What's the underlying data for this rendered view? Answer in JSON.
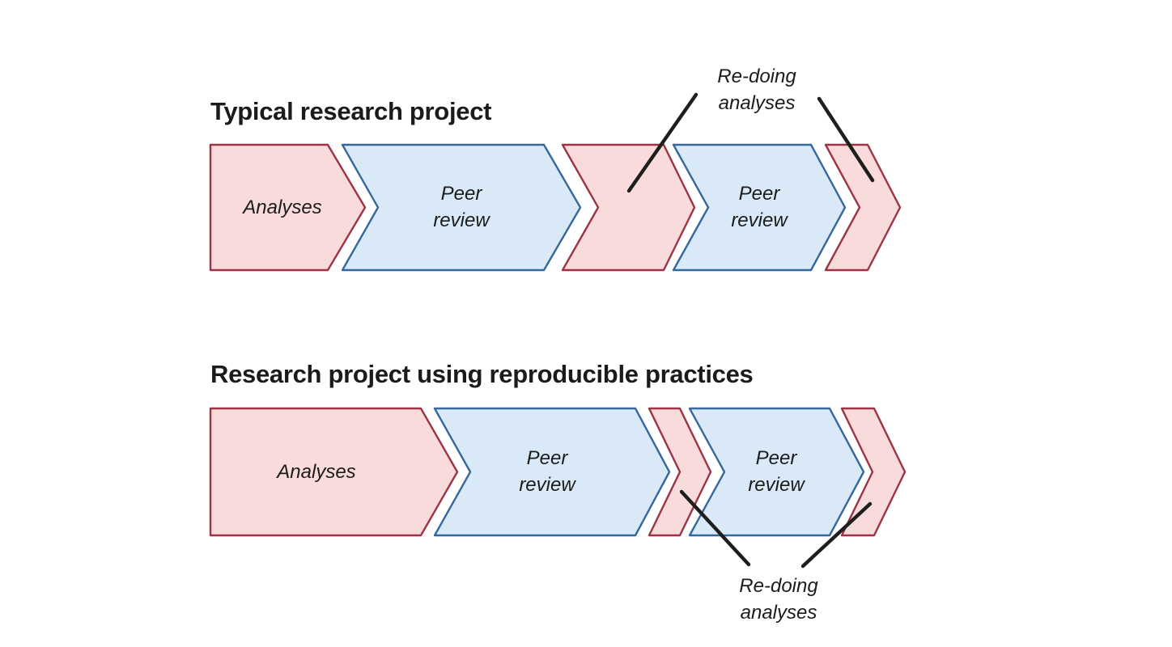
{
  "colors": {
    "background": "#ffffff",
    "pink_fill": "#f9dbdc",
    "pink_stroke": "#9e3343",
    "blue_fill": "#dae9f8",
    "blue_stroke": "#36689c",
    "callout_line": "#1e1e1e",
    "text": "#1b1b1b"
  },
  "top_diagram": {
    "title": "Typical research project",
    "arrows": [
      {
        "label": "Analyses",
        "color": "pink"
      },
      {
        "label": "Peer\nreview",
        "color": "blue"
      },
      {
        "label": "",
        "color": "pink"
      },
      {
        "label": "Peer\nreview",
        "color": "blue"
      },
      {
        "label": "",
        "color": "pink"
      }
    ],
    "annotation": "Re-doing\nanalyses"
  },
  "bottom_diagram": {
    "title": "Research project using reproducible practices",
    "arrows": [
      {
        "label": "Analyses",
        "color": "pink"
      },
      {
        "label": "Peer\nreview",
        "color": "blue"
      },
      {
        "label": "",
        "color": "pink"
      },
      {
        "label": "Peer\nreview",
        "color": "blue"
      },
      {
        "label": "",
        "color": "pink"
      }
    ],
    "annotation": "Re-doing\nanalyses"
  }
}
